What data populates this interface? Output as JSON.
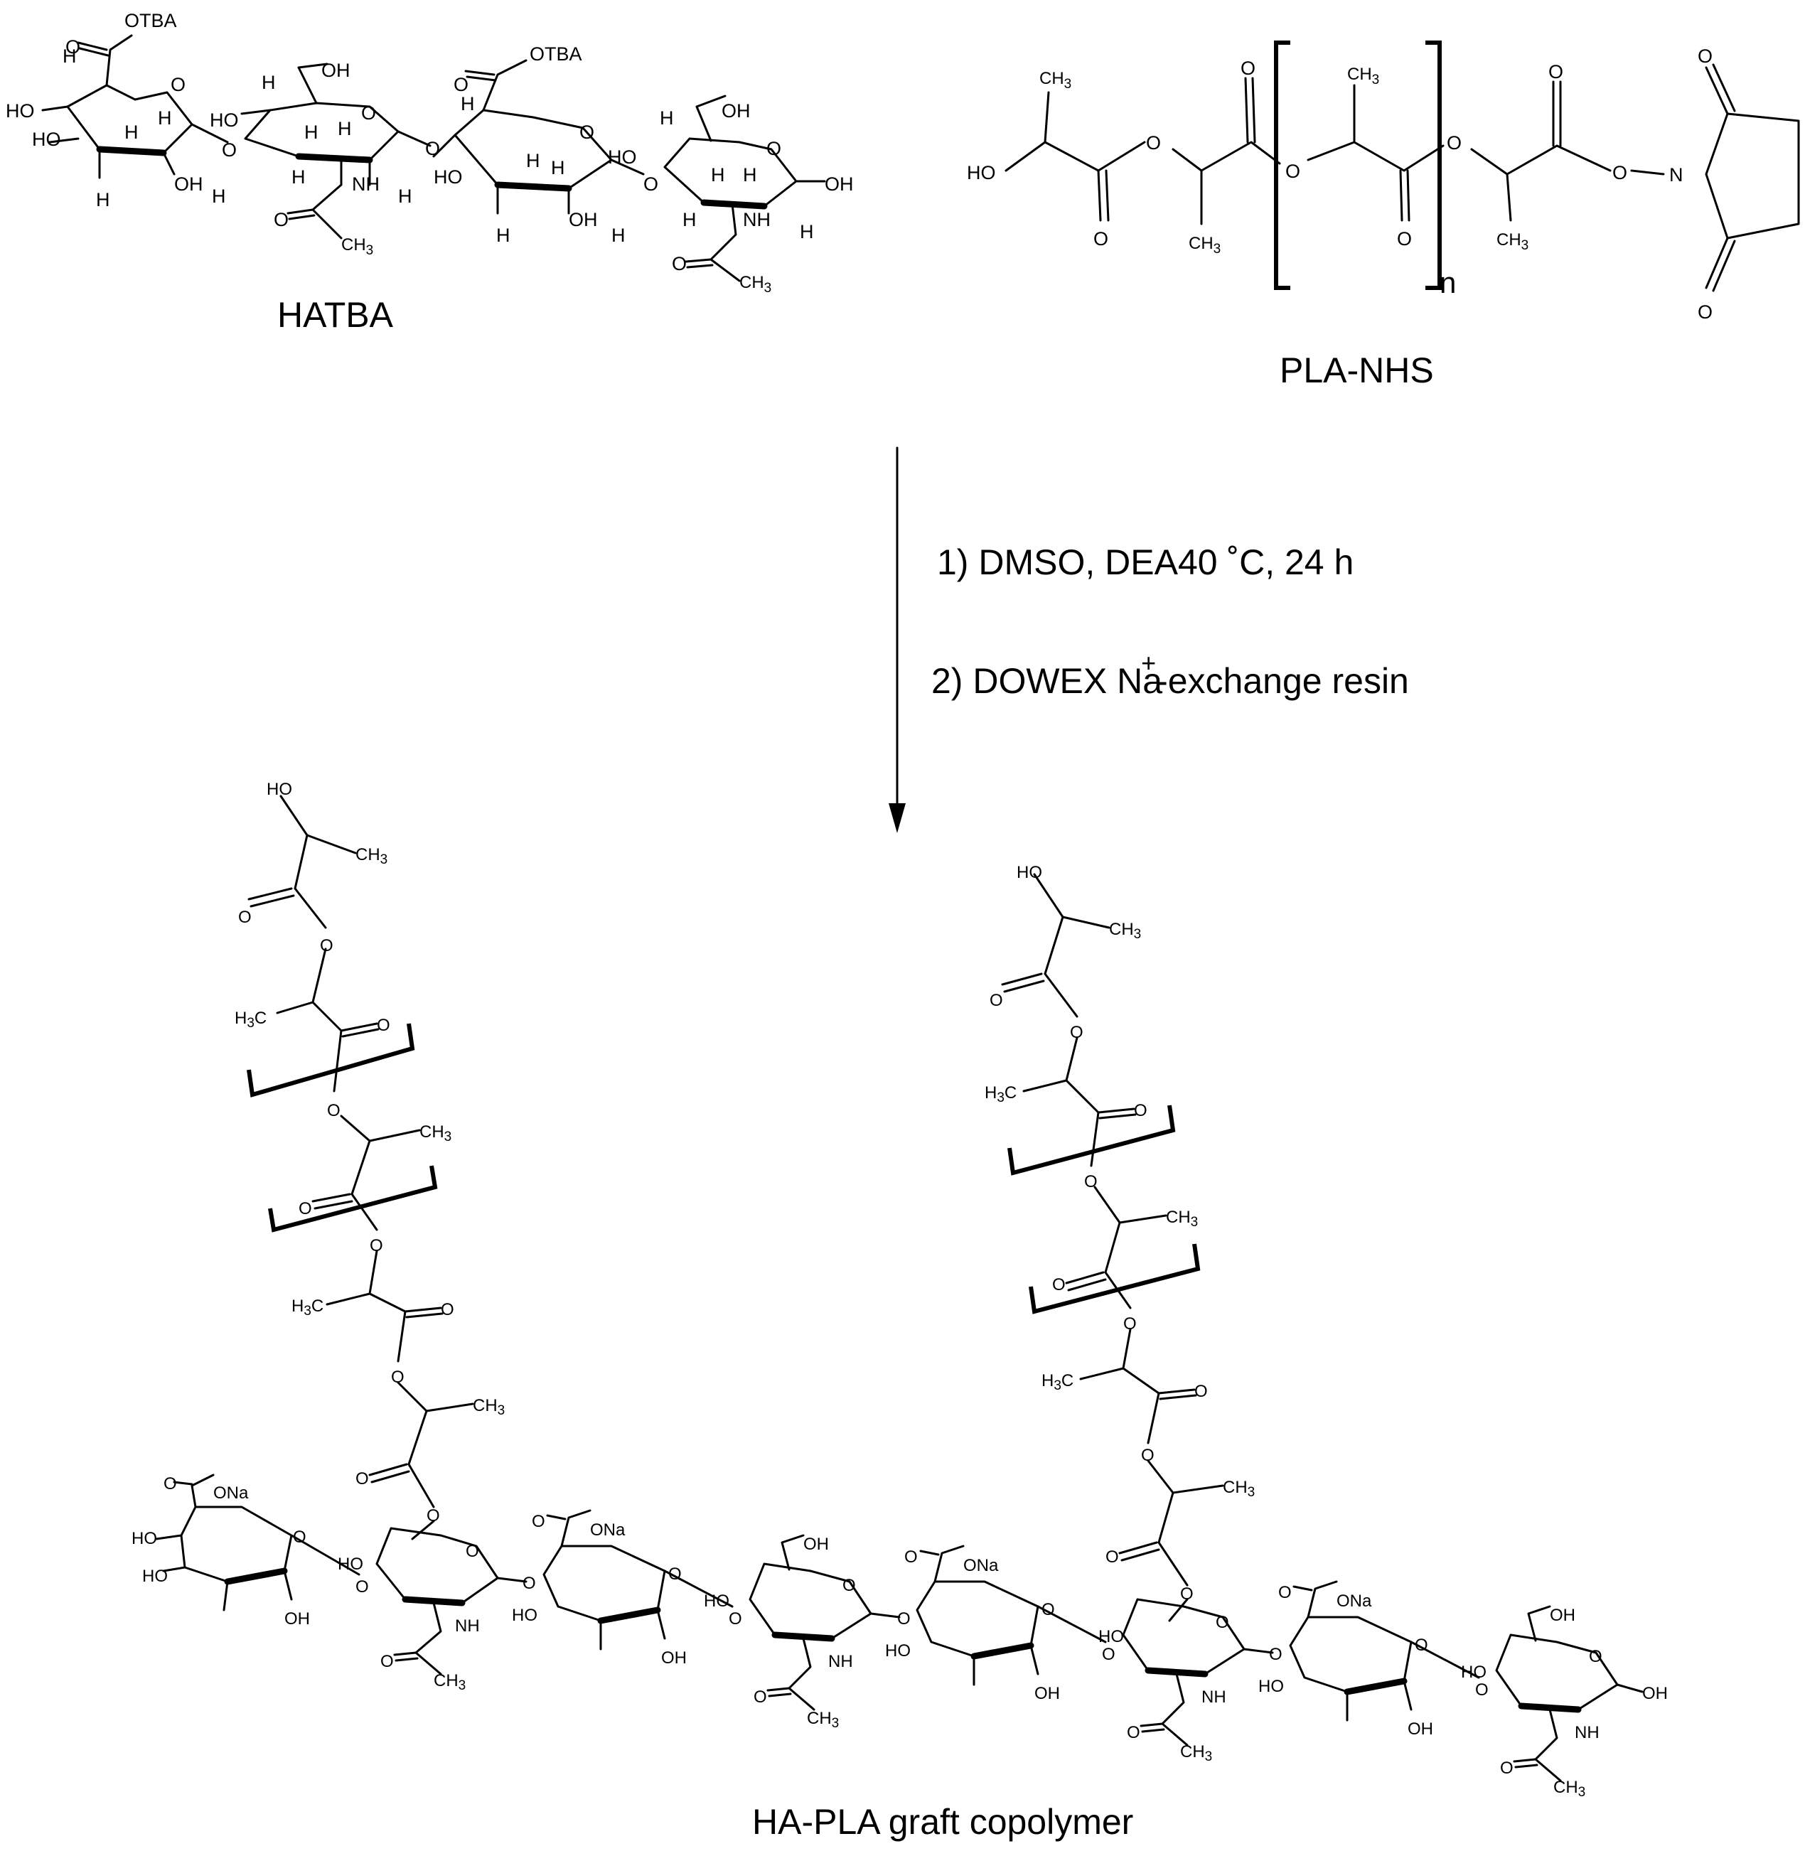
{
  "labels": {
    "reactant1": "HATBA",
    "reactant2": "PLA-NHS",
    "product": "HA-PLA graft copolymer"
  },
  "conditions": {
    "step1": "1) DMSO, DEA40 ˚C, 24 h",
    "step2_prefix": "2) DOWEX Na",
    "step2_sup": "+",
    "step2_suffix": "-exchange resin"
  },
  "atoms": {
    "otba": "OTBA",
    "ona": "ONa",
    "o": "O",
    "oh": "OH",
    "ho": "HO",
    "h": "H",
    "nh": "NH",
    "n": "N",
    "ch": "CH",
    "hc": "H",
    "c": "C",
    "three": "3",
    "repeat_index": "n"
  }
}
